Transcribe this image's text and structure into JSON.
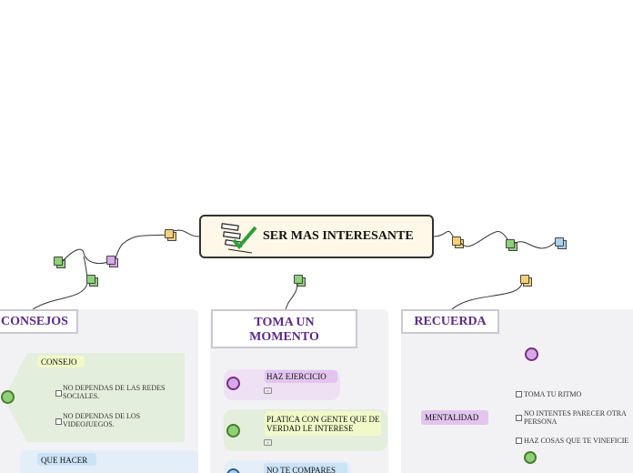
{
  "central": {
    "title": "SER MAS INTERESANTE",
    "icon": "checklist-icon"
  },
  "sections": {
    "consejos": {
      "title": "CONSEJOS",
      "consejo": {
        "label": "CONSEJO",
        "items": [
          "NO DEPENDAS DE LAS REDES SOCIALES.",
          "NO DEPENDAS DE LOS VIDEOJUEGOS."
        ]
      },
      "que_hacer": {
        "label": "QUE HACER"
      }
    },
    "toma": {
      "title_line1": "TOMA UN",
      "title_line2": "MOMENTO",
      "items": [
        "HAZ EJERCICIO",
        "PLATICA CON GENTE QUE DE VERDAD LE INTERESE",
        "NO TE COMPARES"
      ]
    },
    "recuerda": {
      "title": "RECUERDA",
      "mentalidad": {
        "label": "MENTALIDAD",
        "items": [
          "TOMA TU RITMO",
          "NO INTENTES PARECER OTRA PERSONA",
          "HAZ COSAS QUE TE VINEFICIE"
        ]
      }
    }
  },
  "colors": {
    "green_node": "#8fd07a",
    "purple_node": "#d6a8e8",
    "orange_node": "#f7cf7a",
    "blue_node": "#a9d2f0",
    "title_purple": "#5b2a86"
  }
}
